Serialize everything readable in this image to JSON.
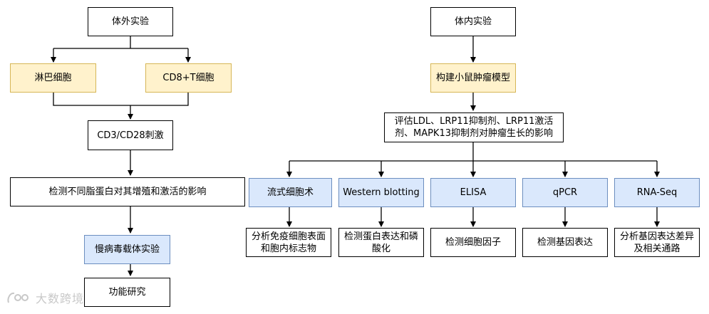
{
  "colors": {
    "yellow_fill": "#fff2cc",
    "yellow_border": "#d6b656",
    "blue_fill": "#dae8fc",
    "blue_border": "#6c8ebf",
    "line": "#000000"
  },
  "left": {
    "in_vitro": "体外实验",
    "lymphocytes": "淋巴细胞",
    "cd8_t": "CD8+T细胞",
    "stimulation": "CD3/CD28刺激",
    "detect_effect": "检测不同脂蛋白对其增殖和激活的影响",
    "lentivirus": "慢病毒载体实验",
    "function_study": "功能研究"
  },
  "right": {
    "in_vivo": "体内实验",
    "mouse_model": "构建小鼠肿瘤模型",
    "evaluate": "评估LDL、LRP11抑制剂、LRP11激活剂、MAPK13抑制剂对肿瘤生长的影响",
    "methods": [
      {
        "name": "流式细胞术",
        "result": "分析免疫细胞表面和胞内标志物"
      },
      {
        "name": "Western blotting",
        "result": "检测蛋白表达和磷酸化"
      },
      {
        "name": "ELISA",
        "result": "检测细胞因子"
      },
      {
        "name": "qPCR",
        "result": "检测基因表达"
      },
      {
        "name": "RNA-Seq",
        "result": "分析基因表达差异及相关通路"
      }
    ]
  },
  "watermark": "大数跨境"
}
